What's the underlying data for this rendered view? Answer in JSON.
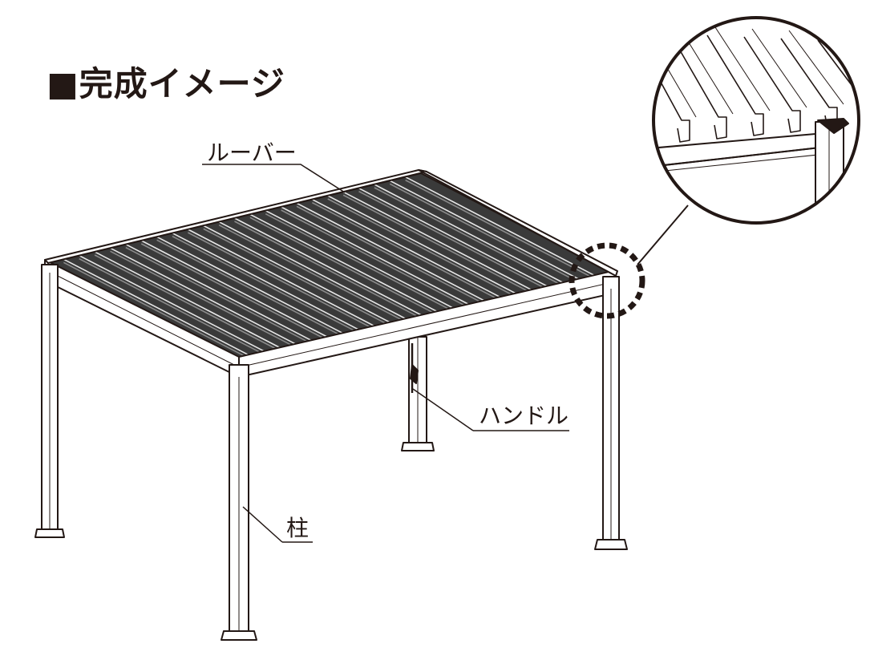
{
  "title": "■完成イメージ",
  "labels": {
    "louver": "ルーバー",
    "handle": "ハンドル",
    "pillar": "柱"
  },
  "colors": {
    "line": "#231815",
    "louver_fill": "#3a3a3a",
    "background": "#ffffff"
  },
  "icons": {
    "detail_marker": "dashed-circle",
    "magnifier": "zoom-circle"
  }
}
